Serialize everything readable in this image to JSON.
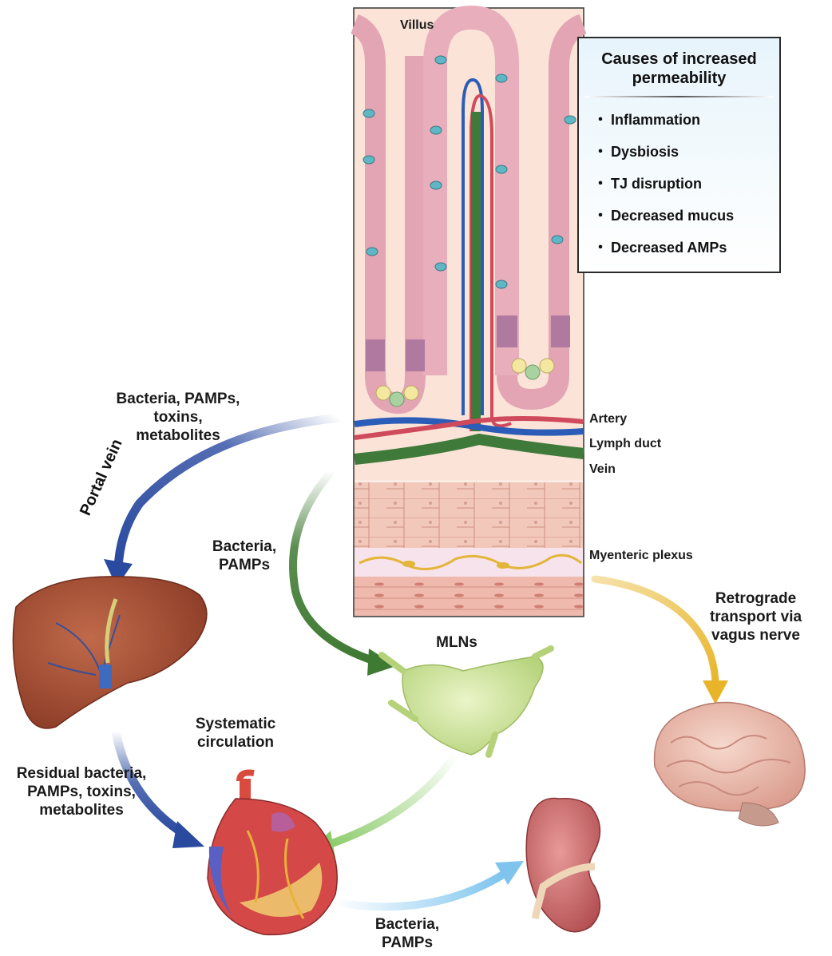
{
  "villus": {
    "title": "Villus",
    "vessel_labels": [
      "Artery",
      "Lymph duct",
      "Vein"
    ],
    "plexus_label": "Myenteric plexus"
  },
  "causes": {
    "title": "Causes of increased permeability",
    "bullet": "・",
    "items": [
      "Inflammation",
      "Dysbiosis",
      "TJ disruption",
      "Decreased mucus",
      "Decreased AMPs"
    ]
  },
  "pathways": {
    "portal_source": "Bacteria, PAMPs, toxins, metabolites",
    "portal_vein": "Portal vein",
    "lymph_source": "Bacteria, PAMPs",
    "residual": "Residual bacteria, PAMPs, toxins, metabolites",
    "kidney_flow": "Bacteria, PAMPs",
    "vagus": "Retrograde transport via vagus nerve"
  },
  "organs": {
    "mlns": "MLNs",
    "circulation": "Systematic circulation",
    "liver_icon": "liver-icon",
    "heart_icon": "heart-icon",
    "lymph_node_icon": "lymph-node-icon",
    "brain_icon": "brain-icon",
    "kidney_icon": "kidney-icon"
  },
  "colors": {
    "portal_arrow": "#2a4aa0",
    "lymph_arrow": "#3f7a32",
    "vagus_arrow": "#e8b52a",
    "mln_arrow": "#8ccc6a",
    "kidney_arrow": "#7ec4ee",
    "artery": "#cf4a5c",
    "vein": "#2b5db8",
    "lymph": "#3f7a3a"
  }
}
